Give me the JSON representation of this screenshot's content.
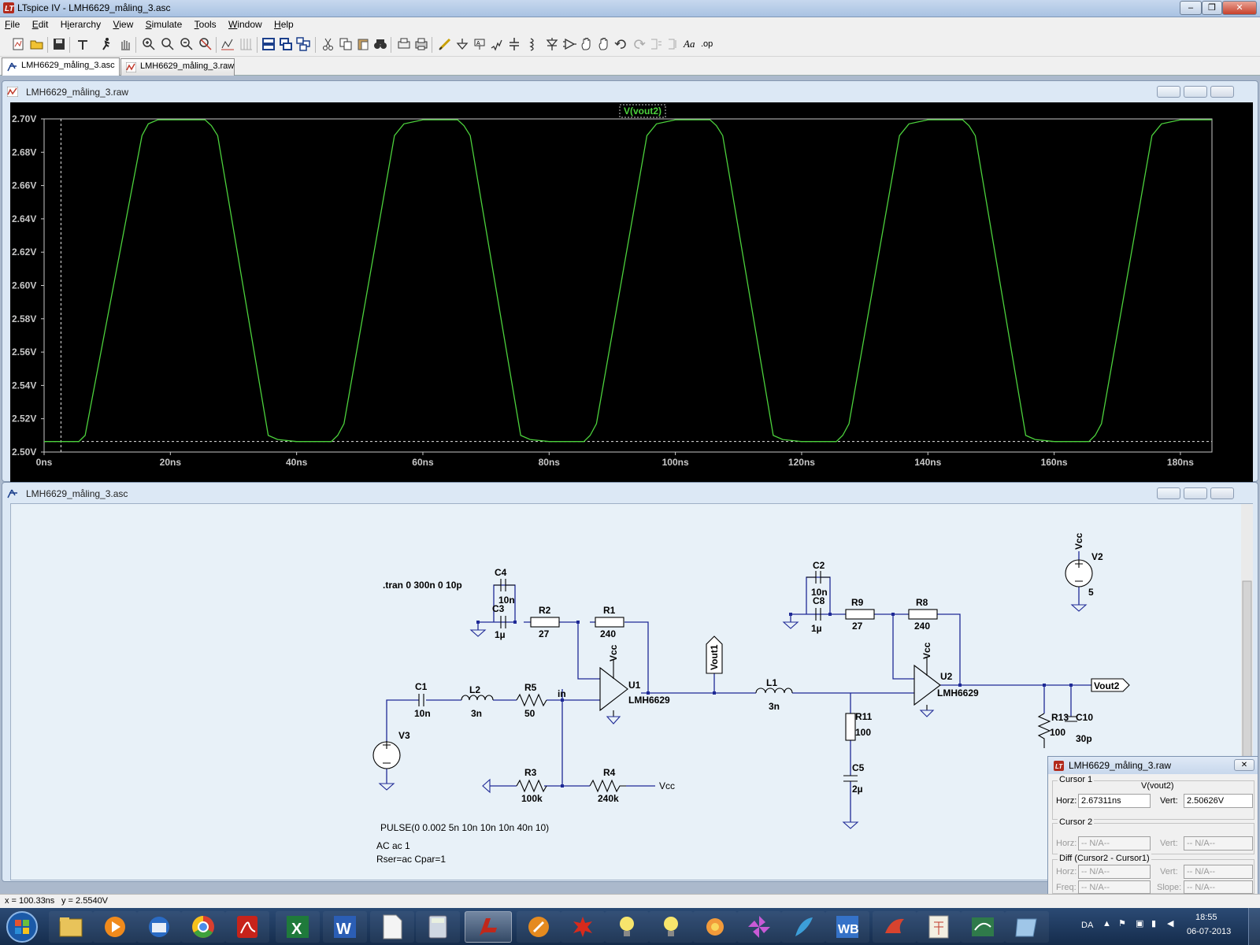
{
  "window": {
    "title": "LTspice IV - LMH6629_måling_3.asc",
    "min": "–",
    "max": "❐",
    "close": "✕"
  },
  "menu": [
    "File",
    "Edit",
    "Hierarchy",
    "View",
    "Simulate",
    "Tools",
    "Window",
    "Help"
  ],
  "menu_hotkeys": [
    "F",
    "E",
    "i",
    "V",
    "S",
    "T",
    "W",
    "H"
  ],
  "toolbar_icons": [
    "new-schematic-icon",
    "open-icon",
    "save-icon",
    "control-panel-icon",
    "run-icon",
    "halt-icon",
    "zoom-in-icon",
    "zoom-area-icon",
    "zoom-out-icon",
    "zoom-fit-icon",
    "autorange-icon",
    "grid-icon",
    "tile-horizontal-icon",
    "cascade-icon",
    "tile-icon",
    "cut-icon",
    "copy-icon",
    "paste-icon",
    "find-icon",
    "print-preview-icon",
    "print-icon",
    "wire-icon",
    "ground-icon",
    "label-icon",
    "resistor-icon",
    "capacitor-icon",
    "inductor-icon",
    "diode-icon",
    "component-icon",
    "move-icon",
    "drag-icon",
    "undo-icon",
    "redo-icon",
    "rotate-icon",
    "mirror-icon",
    "text-icon",
    "spice-directive-icon"
  ],
  "toolbar_text": {
    "text_tool": "Aa",
    "spice_tool": ".op"
  },
  "tabs": [
    {
      "label": "LMH6629_måling_3.asc",
      "icon": "schematic-icon",
      "active": true
    },
    {
      "label": "LMH6629_måling_3.raw",
      "icon": "waveform-icon",
      "active": false
    }
  ],
  "waveform_window": {
    "title": "LMH6629_måling_3.raw"
  },
  "schematic_window": {
    "title": "LMH6629_måling_3.asc"
  },
  "chart_data": {
    "type": "line",
    "trace_label": "V(vout2)",
    "trace_color": "#4cd13c",
    "x_tick_labels": [
      "0ns",
      "20ns",
      "40ns",
      "60ns",
      "80ns",
      "100ns",
      "120ns",
      "140ns",
      "160ns",
      "180ns"
    ],
    "y_tick_labels": [
      "2.70V",
      "2.68V",
      "2.66V",
      "2.64V",
      "2.62V",
      "2.60V",
      "2.58V",
      "2.56V",
      "2.54V",
      "2.52V",
      "2.50V"
    ],
    "xlim_ns": [
      0,
      185
    ],
    "ylim_V": [
      2.5,
      2.7
    ],
    "grid": false,
    "cursor": {
      "x_ns": 2.67,
      "y_V": 2.5063
    },
    "series": [
      {
        "name": "V(vout2)",
        "x_ns": [
          0,
          5.5,
          6.5,
          15.5,
          16.5,
          18,
          20,
          25.5,
          26.5,
          27.5,
          35.5,
          37,
          40,
          45.5,
          46.5,
          47.5,
          55.5,
          57,
          60,
          65.5,
          66.5,
          67.5,
          75.5,
          77,
          80,
          85.5,
          86.5,
          87.5,
          95.5,
          97,
          100,
          105.5,
          106.5,
          107.5,
          115.5,
          117,
          120,
          125.5,
          126.5,
          127.5,
          135.5,
          137,
          140,
          145.5,
          146.5,
          147.5,
          155.5,
          157,
          160,
          165.5,
          166.5,
          167.5,
          175.5,
          177,
          180,
          185
        ],
        "y_V": [
          2.5063,
          2.5063,
          2.51,
          2.69,
          2.697,
          2.6995,
          2.6995,
          2.6995,
          2.696,
          2.69,
          2.51,
          2.5075,
          2.5063,
          2.5063,
          2.51,
          2.517,
          2.69,
          2.697,
          2.6995,
          2.6995,
          2.696,
          2.69,
          2.51,
          2.5075,
          2.5063,
          2.5063,
          2.51,
          2.517,
          2.69,
          2.697,
          2.6995,
          2.6995,
          2.696,
          2.69,
          2.51,
          2.5075,
          2.5063,
          2.5063,
          2.51,
          2.517,
          2.69,
          2.697,
          2.6995,
          2.6995,
          2.696,
          2.69,
          2.51,
          2.5075,
          2.5063,
          2.5063,
          2.51,
          2.517,
          2.69,
          2.697,
          2.6995,
          2.6995
        ]
      }
    ]
  },
  "schematic": {
    "directives": {
      "tran": ".tran 0 300n 0 10p",
      "pulse": "PULSE(0 0.002 5n 10n 10n 10n 40n 10)",
      "ac": "AC ac 1",
      "rser": "Rser=ac Cpar=1"
    },
    "components": {
      "C4": "C4",
      "C4_val": "10n",
      "C3": "C3",
      "C3_val": "1µ",
      "R2": "R2",
      "R2_val": "27",
      "R1": "R1",
      "R1_val": "240",
      "U1": "U1",
      "U1_model": "LMH6629",
      "U1_vcc": "Vcc",
      "C1": "C1",
      "C1_val": "10n",
      "L2": "L2",
      "L2_val": "3n",
      "R5": "R5",
      "R5_val": "50",
      "net_in": "in",
      "V3": "V3",
      "R3": "R3",
      "R3_val": "100k",
      "R4": "R4",
      "R4_val": "240k",
      "R4_vcc": "Vcc",
      "Vout1": "Vout1",
      "L1": "L1",
      "L1_val": "3n",
      "R11": "R11",
      "R11_val": "100",
      "C5": "C5",
      "C5_val": "2µ",
      "C2": "C2",
      "C2_val": "10n",
      "C8": "C8",
      "C8_val": "1µ",
      "R9": "R9",
      "R9_val": "27",
      "R8": "R8",
      "R8_val": "240",
      "U2": "U2",
      "U2_model": "LMH6629",
      "U2_vcc": "Vcc",
      "Vout2": "Vout2",
      "R13": "R13",
      "R13_val": "100",
      "C10": "C10",
      "C10_val": "30p",
      "V2": "V2",
      "V2_val": "5",
      "V2_vcc": "Vcc"
    }
  },
  "cursor_dialog": {
    "title": "LMH6629_måling_3.raw",
    "close": "✕",
    "cursor1_label": "Cursor 1",
    "trace": "V(vout2)",
    "horz_label": "Horz:",
    "horz_value": "2.67311ns",
    "vert_label": "Vert:",
    "vert_value": "2.50626V",
    "cursor2_label": "Cursor 2",
    "c2_horz": "-- N/A--",
    "c2_vert": "-- N/A--",
    "diff_label": "Diff (Cursor2 - Cursor1)",
    "d_horz": "-- N/A--",
    "d_vert": "-- N/A--",
    "freq_label": "Freq:",
    "slope_label": "Slope:",
    "d_freq": "-- N/A--",
    "d_slope": "-- N/A--"
  },
  "statusbar": {
    "x": "x = 100.33ns",
    "y": "y = 2.5540V"
  },
  "taskbar": {
    "apps": [
      "start-orb-icon",
      "explorer-icon",
      "media-player-icon",
      "thunderbird-icon",
      "chrome-icon",
      "acrobat-icon",
      "excel-icon",
      "word-icon",
      "notepad-icon",
      "calculator-icon",
      "ltspice-icon",
      "app-orange-icon",
      "app-splash-icon",
      "bulb-icon",
      "bulb2-icon",
      "flower-icon",
      "pinwheel-icon",
      "feather-icon",
      "word-blue-icon",
      "bird-icon",
      "app-network-icon",
      "app-green-icon",
      "app-window-icon"
    ],
    "language": "DA",
    "time": "18:55",
    "date": "06-07-2013"
  }
}
